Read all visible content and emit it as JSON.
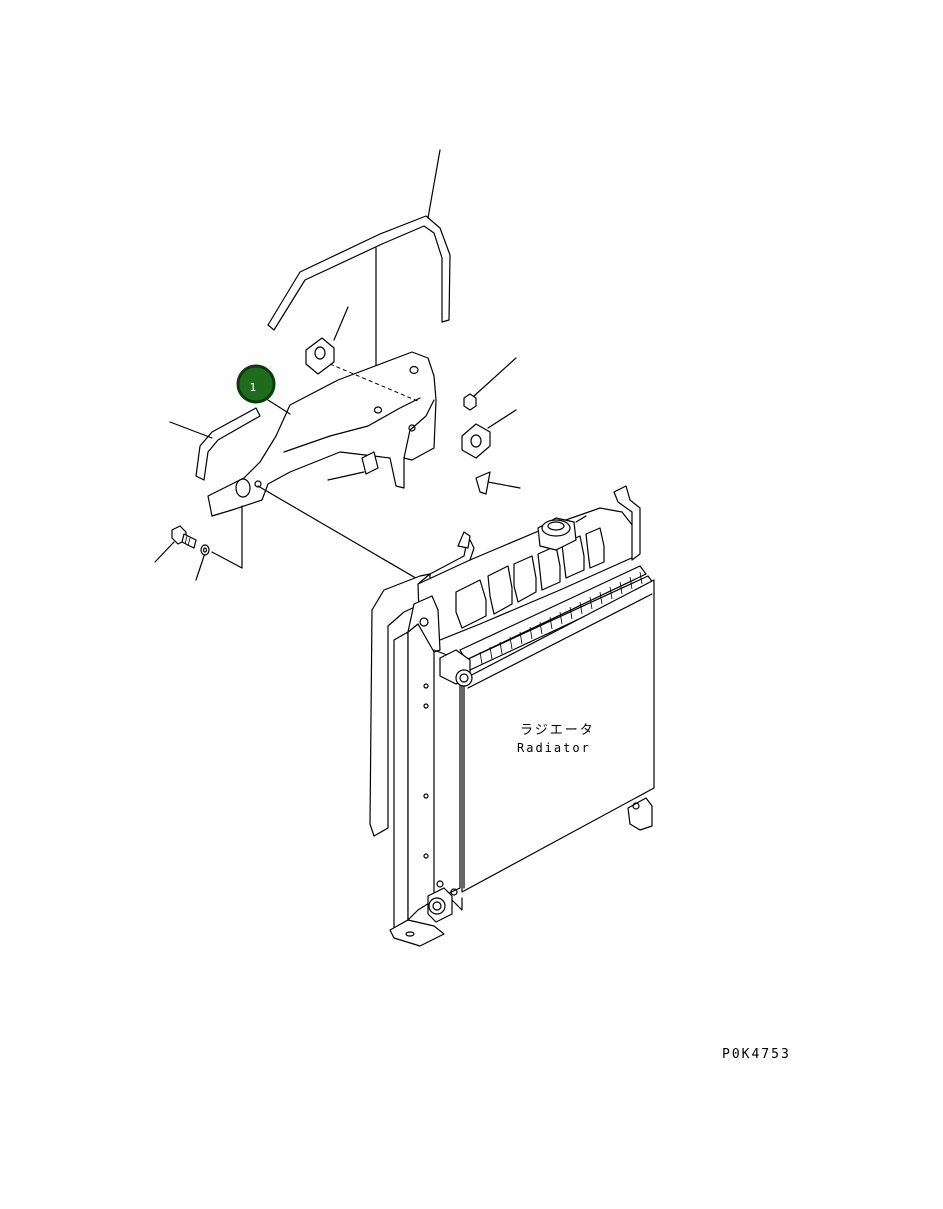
{
  "callout": {
    "number": "1",
    "fill": "#1e6b1e",
    "ring": "#0b3d0b"
  },
  "labels": {
    "component_jp": "ラジエータ",
    "component_en": "Radiator",
    "drawing_code": "P0K4753"
  },
  "icons": [
    "callout-marker-icon"
  ]
}
